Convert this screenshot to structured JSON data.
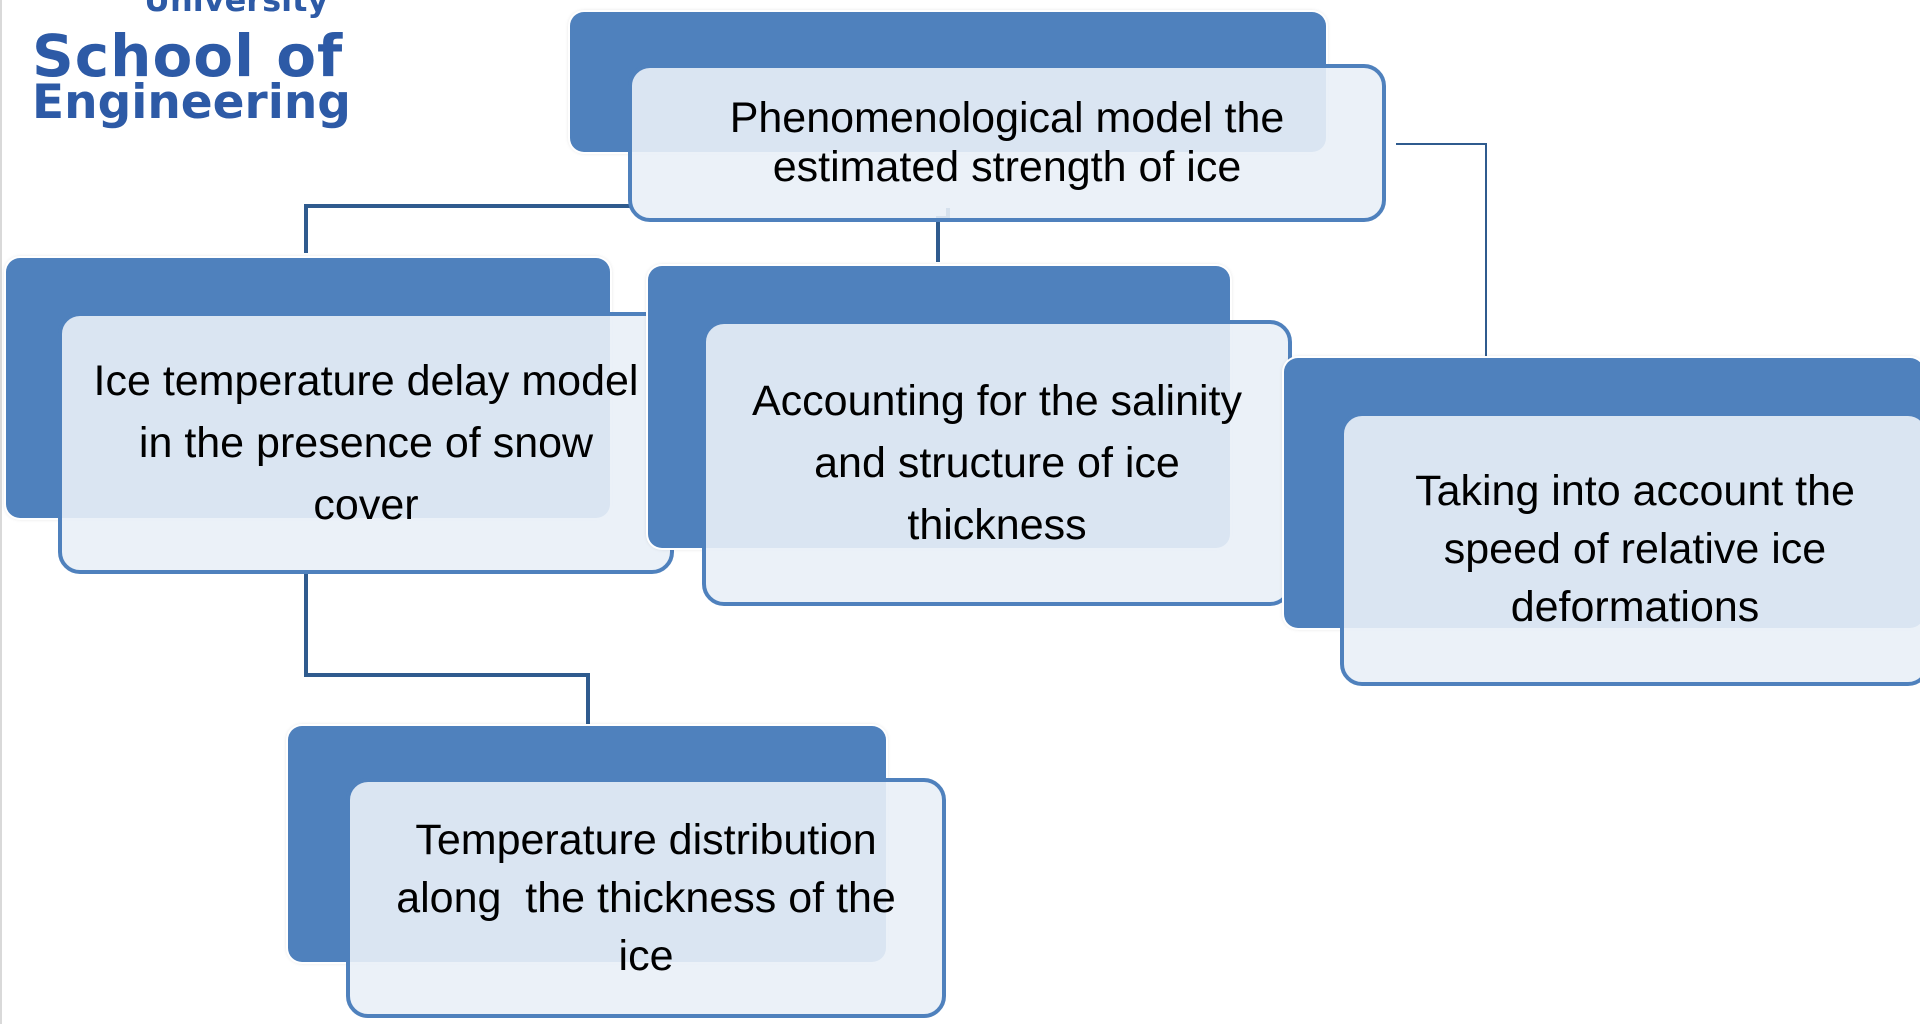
{
  "logo": {
    "line1": "University",
    "line2": "School of",
    "line3": "Engineering"
  },
  "colors": {
    "box_fill": "#4f81bd",
    "card_fill": "#e9eff7",
    "logo_text": "#2d5aa6"
  },
  "diagram": {
    "root": "Phenomenological model the estimated strength of ice",
    "ice_temperature_delay": "Ice temperature delay model in the presence of snow cover",
    "salinity_structure": "Accounting for the salinity and structure of ice thickness",
    "deformation_speed": "Taking into account the speed of relative ice deformations",
    "temperature_distribution": "Temperature distribution along  the thickness of the ice"
  }
}
